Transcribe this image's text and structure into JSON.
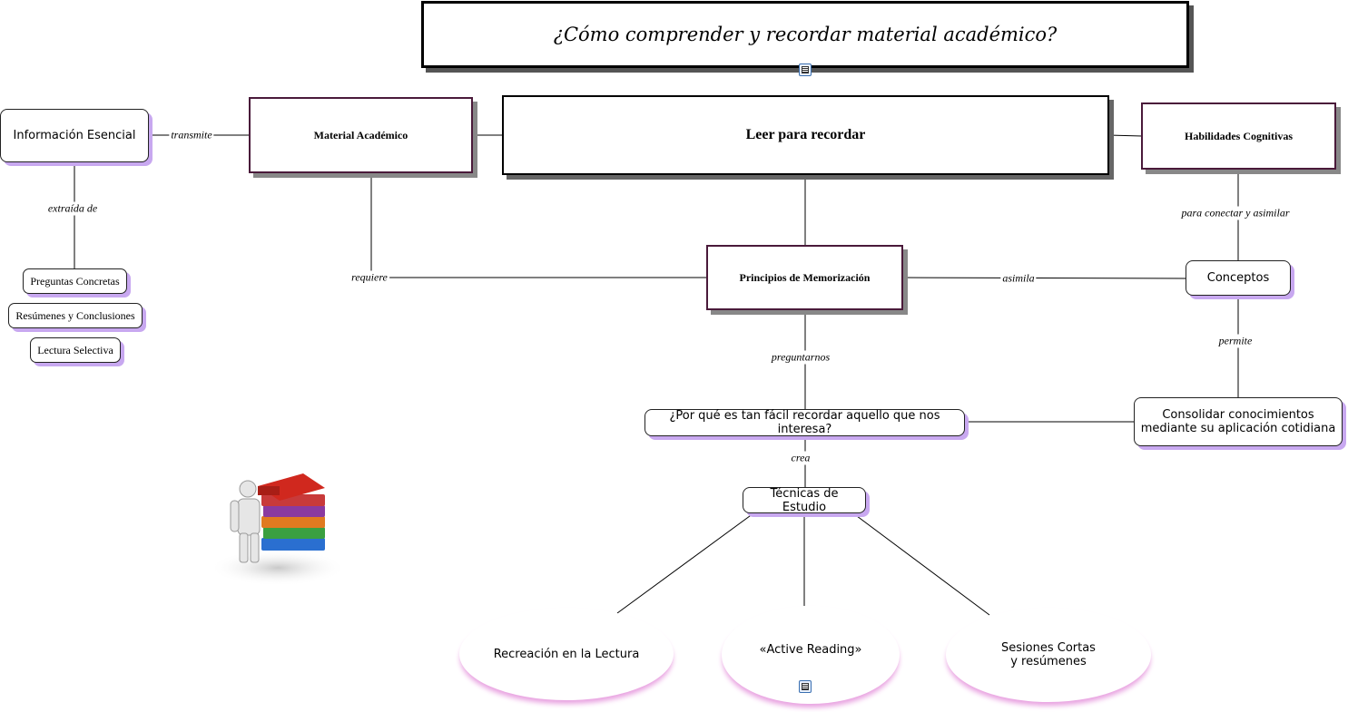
{
  "title": "¿Cómo comprender y recordar material académico?",
  "nodes": {
    "leer": "Leer para recordar",
    "material": "Material Académico",
    "habilidades": "Habilidades Cognitivas",
    "info": "Información Esencial",
    "principios": "Principios de Memorización",
    "conceptos": "Conceptos",
    "consolidar": "Consolidar conocimientos mediante su aplicación cotidiana",
    "porque": "¿Por qué es tan fácil recordar aquello que nos interesa?",
    "tecnicas": "Técnicas de Estudio",
    "preguntas": "Preguntas Concretas",
    "resumenes": "Resúmenes y Conclusiones",
    "lectura": "Lectura Selectiva",
    "recreacion": "Recreación en la Lectura",
    "active": "«Active Reading»",
    "sesiones": "Sesiones Cortas y resúmenes"
  },
  "links": {
    "transmite": "transmite",
    "extraida": "extraída de",
    "requiere": "requiere",
    "asimila": "asimila",
    "conectar": "para conectar y asimilar",
    "permite": "permite",
    "preguntarnos": "preguntarnos",
    "crea": "crea"
  },
  "colors": {
    "concept_shadow": "#c8a8f0",
    "box_border": "#4a1a3a",
    "ellipse_glow": "#e8a0e0"
  }
}
